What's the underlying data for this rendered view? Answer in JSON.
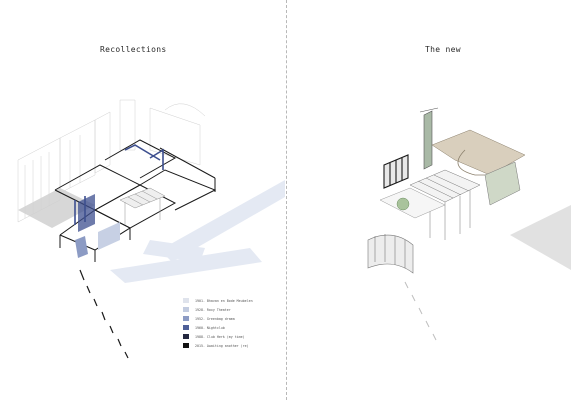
{
  "panels": {
    "left_title": "Recollections",
    "right_title": "The new"
  },
  "legend": [
    {
      "label": "1901. Bhavan en Bode Meubelen",
      "color": "#dfe3ec"
    },
    {
      "label": "1928. Roxy Theater",
      "color": "#c3cce0"
    },
    {
      "label": "1952. Greenbag drama",
      "color": "#8c9bc4"
    },
    {
      "label": "1960. Nightclub",
      "color": "#4e5f98"
    },
    {
      "label": "1988. Club Herk (my time)",
      "color": "#23283f"
    },
    {
      "label": "2015. Awaiting another (re)",
      "color": "#111111"
    }
  ],
  "colors": {
    "accent_blue": "#3d4f8f",
    "pale_blue": "#e3e8f2",
    "sage": "#b9c7b4",
    "sand": "#d9cfbd"
  }
}
